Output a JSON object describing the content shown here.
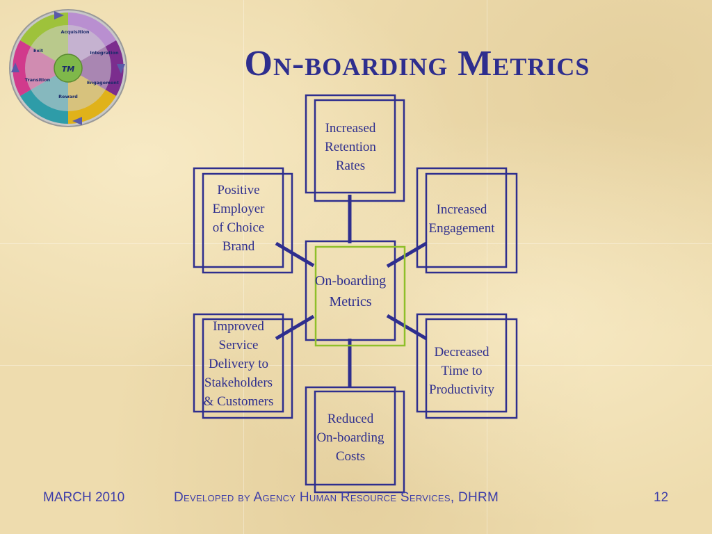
{
  "slide": {
    "title": "On-boarding Metrics",
    "logo": {
      "segments": [
        "Acquisition",
        "Integration",
        "Engagement",
        "Reward",
        "Transition",
        "Exit"
      ],
      "center": "TM",
      "colors": [
        "#7b2d8e",
        "#9b2fa8",
        "#e0b21a",
        "#2e9ca8",
        "#d13a8c",
        "#9ec23b"
      ]
    },
    "diagram": {
      "center": {
        "line1": "On-boarding",
        "line2": "Metrics"
      },
      "nodes": [
        {
          "line1": "Increased",
          "line2": "Retention",
          "line3": "Rates"
        },
        {
          "line1": "Increased",
          "line2": "Engagement"
        },
        {
          "line1": "Decreased",
          "line2": "Time to",
          "line3": "Productivity"
        },
        {
          "line1": "Reduced",
          "line2": "On-boarding",
          "line3": "Costs"
        },
        {
          "line1": "Improved",
          "line2": "Service",
          "line3": "Delivery to",
          "line4": "Stakeholders",
          "line5": "& Customers"
        },
        {
          "line1": "Positive",
          "line2": "Employer",
          "line3": "of Choice",
          "line4": "Brand"
        }
      ],
      "colors": {
        "box": "#2e2e8e",
        "center_accent": "#8fbf2a",
        "text": "#2e2e8e"
      }
    },
    "footer": {
      "date": "MARCH 2010",
      "developer": "Developed by Agency Human Resource Services, DHRM",
      "page": "12"
    }
  }
}
